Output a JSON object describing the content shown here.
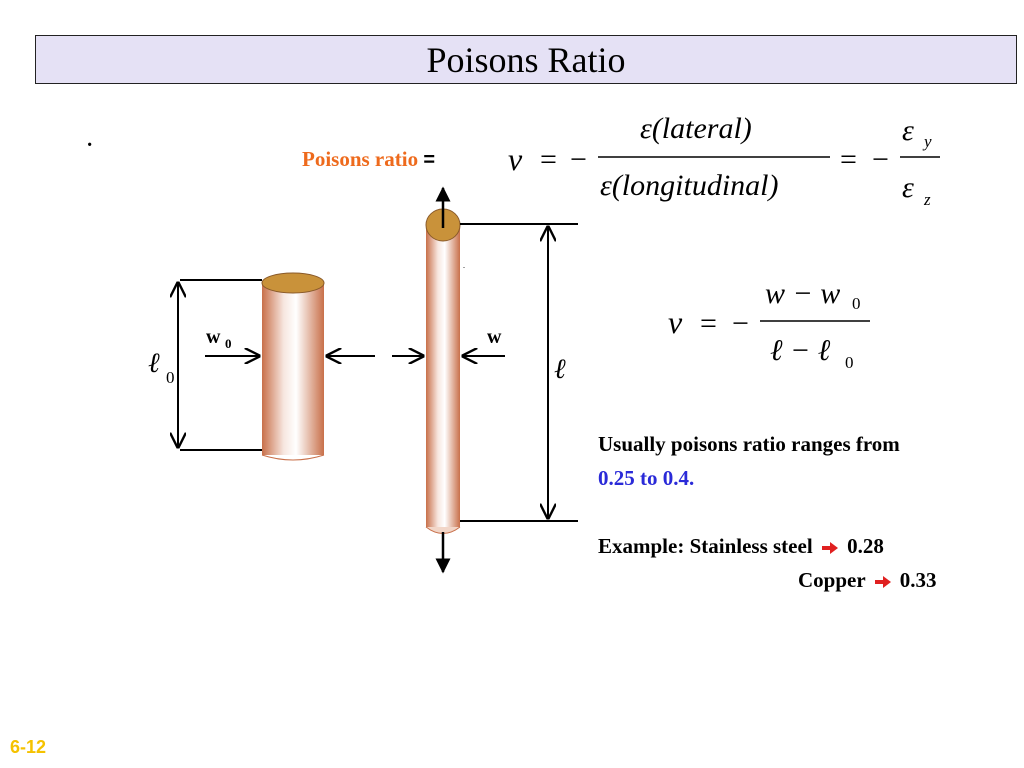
{
  "title": "Poisons Ratio",
  "bullet": "·",
  "poisson_label": "Poisons ratio",
  "equals_sign": "=",
  "eq1": {
    "nu": "ν",
    "eq": "=",
    "minus": "−",
    "num": "ε(lateral)",
    "den": "ε(longitudinal)",
    "eq2": "=",
    "minus2": "−",
    "eps_y": "ε",
    "sub_y": "y",
    "eps_z": "ε",
    "sub_z": "z"
  },
  "eq2": {
    "nu": "ν",
    "eq": "=",
    "minus": "−",
    "num": "w − w",
    "num_sub": "0",
    "den": "ℓ − ℓ",
    "den_sub": "0"
  },
  "diagram": {
    "l0": "ℓ",
    "l0_sub": "0",
    "w0": "w",
    "w0_sub": "0",
    "w": "w",
    "l": "ℓ",
    "tiny_mark": "."
  },
  "notes": {
    "range_line1": "Usually poisons ratio ranges from",
    "range_line2": "0.25 to 0.4.",
    "example_label": "Example: Stainless steel",
    "example_value1": "0.28",
    "copper_label": "Copper",
    "copper_value": "0.33"
  },
  "slide_number": "6-12",
  "colors": {
    "title_bg": "#e5e1f5",
    "orange_label": "#ee6a1c",
    "blue_text": "#2a2ad8",
    "slide_number": "#f5c200",
    "copper_dark": "#c8704a",
    "copper_cap": "#c9923a",
    "red_arrow": "#e02020"
  }
}
